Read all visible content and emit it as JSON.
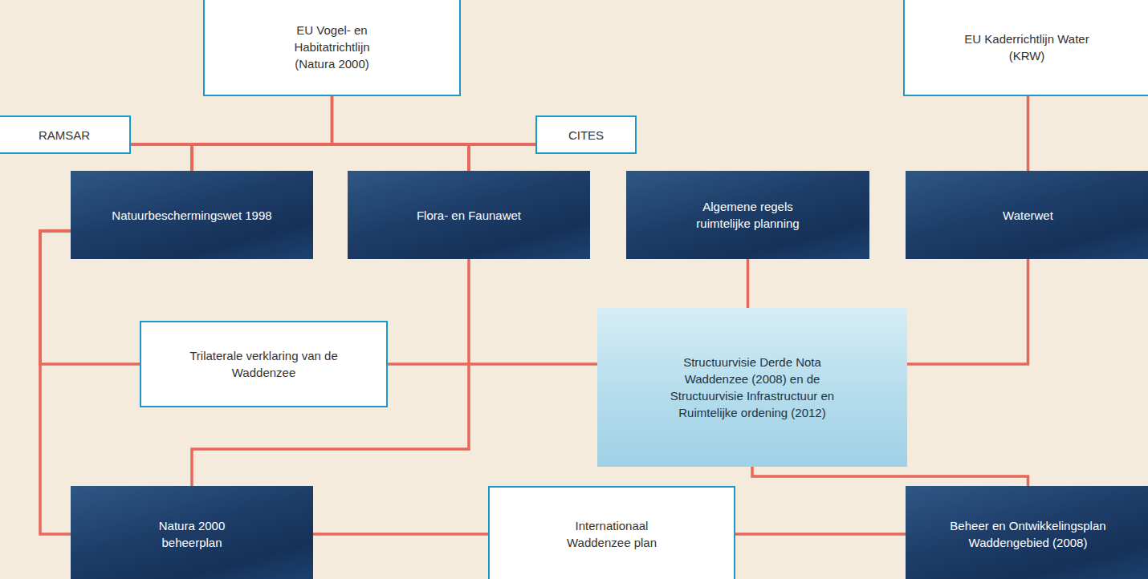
{
  "diagram": {
    "nodes": [
      {
        "text": [
          "EU Vogel- en Habitatrichtlijn (Natura 2000)"
        ]
      },
      {
        "text": [
          "EU Kaderrichtlijn Water (KRW)"
        ]
      },
      {
        "text": [
          "RAMSAR"
        ]
      },
      {
        "text": [
          "CITES"
        ]
      },
      {
        "text": [
          "Natuurbeschermingswet 1998"
        ]
      },
      {
        "text": [
          "Flora- en Faunawet"
        ]
      },
      {
        "text": [
          "Algemene regels ruimtelijke planning"
        ]
      },
      {
        "text": [
          "Waterwet"
        ]
      },
      {
        "text": [
          "Trilaterale verklaring van de Waddenzee"
        ]
      },
      {
        "text": [
          "Structuurvisie Derde Nota Waddenzee (2008) en de Structuurvisie Infrastructuur en Ruimtelijke ordening (2012)"
        ]
      },
      {
        "text": [
          "Natura 2000 beheerplan"
        ]
      },
      {
        "text": [
          "Internationaal Waddenzee plan"
        ]
      },
      {
        "text": [
          "Beheer en Ontwikkelingsplan Waddengebied (2008)"
        ]
      }
    ],
    "edges": [
      {
        "from": 0,
        "to": 4,
        "arrow": "none"
      },
      {
        "from": 0,
        "to": 5,
        "arrow": "none"
      },
      {
        "from": 2,
        "to": 4,
        "arrow": "none"
      },
      {
        "from": 2,
        "to": 5,
        "arrow": "none"
      },
      {
        "from": 3,
        "to": 4,
        "arrow": "none"
      },
      {
        "from": 3,
        "to": 5,
        "arrow": "none"
      },
      {
        "from": 1,
        "to": 7,
        "arrow": "none"
      },
      {
        "from": 4,
        "to": 8,
        "arrow": "none"
      },
      {
        "from": 4,
        "to": 10,
        "arrow": "none"
      },
      {
        "from": 5,
        "to": 10,
        "arrow": "none"
      },
      {
        "from": 6,
        "to": 9,
        "arrow": "none"
      },
      {
        "from": 7,
        "to": 9,
        "arrow": "none"
      },
      {
        "from": 8,
        "to": 9,
        "arrow": "none"
      },
      {
        "from": 9,
        "to": 12,
        "arrow": "none"
      },
      {
        "from": 10,
        "to": 11,
        "arrow": "none"
      },
      {
        "from": 11,
        "to": 12,
        "arrow": "none"
      }
    ]
  }
}
